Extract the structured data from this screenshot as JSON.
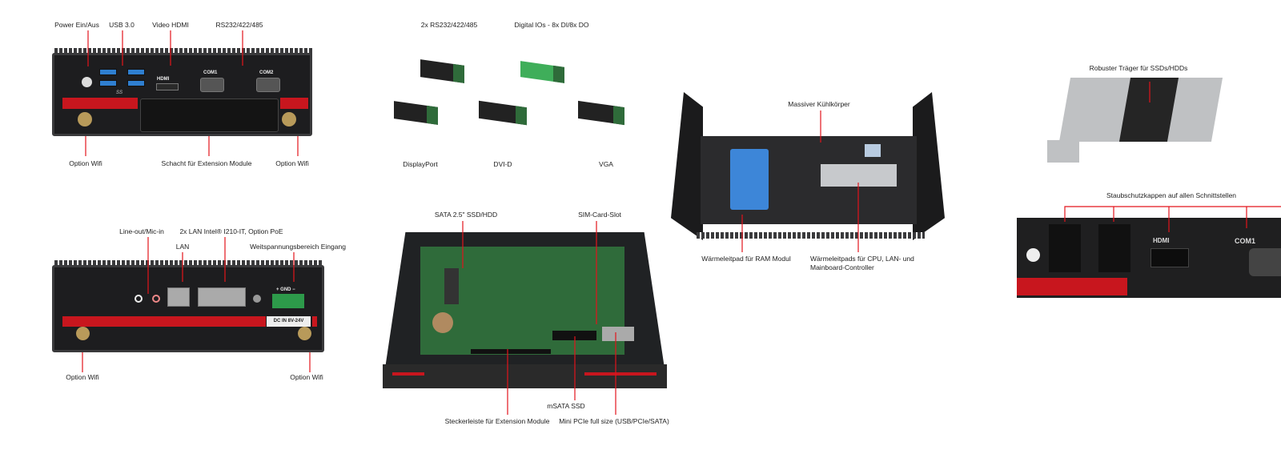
{
  "front_panel": {
    "labels": {
      "power": "Power Ein/Aus",
      "usb": "USB 3.0",
      "hdmi": "Video HDMI",
      "serial": "RS232/422/485",
      "wifi_left": "Option Wifi",
      "slot": "Schacht für Extension Module",
      "wifi_right": "Option Wifi"
    },
    "printed": {
      "hdmi": "HDMI",
      "com1": "COM1",
      "com2": "COM2",
      "ss": "SS"
    }
  },
  "rear_panel": {
    "labels": {
      "audio": "Line-out/Mic-in",
      "lan2": "2x LAN Intel® I210-IT, Option PoE",
      "lan": "LAN",
      "power_in": "Weitspannungsbereich Eingang",
      "wifi_left": "Option Wifi",
      "wifi_right": "Option Wifi"
    },
    "printed": {
      "terminal": "+ GND −",
      "dc": "DC IN 8V-24V"
    }
  },
  "modules": {
    "serial": "2x RS232/422/485",
    "dio": "Digital IOs - 8x DI/8x DO",
    "dp": "DisplayPort",
    "dvi": "DVI-D",
    "vga": "VGA"
  },
  "mainboard": {
    "sata": "SATA 2.5\" SSD/HDD",
    "sim": "SIM-Card-Slot",
    "msata": "mSATA SSD",
    "connector": "Steckerleiste für Extension Module",
    "minipcie": "Mini PCIe full size (USB/PCIe/SATA)"
  },
  "heatsink": {
    "title": "Massiver Kühlkörper",
    "ram_pad": "Wärmeleitpad für RAM Modul",
    "cpu_pads_1": "Wärmeleitpads für CPU, LAN- und",
    "cpu_pads_2": "Mainboard-Controller"
  },
  "bracket": {
    "title": "Robuster Träger für SSDs/HDDs"
  },
  "dust_caps": {
    "title": "Staubschutzkappen auf allen Schnittstellen",
    "hdmi": "HDMI",
    "com1": "COM1"
  },
  "colors": {
    "leader_line": "#e3141c",
    "housing": "#1d1d1f",
    "accent_strip": "#c8161e"
  }
}
